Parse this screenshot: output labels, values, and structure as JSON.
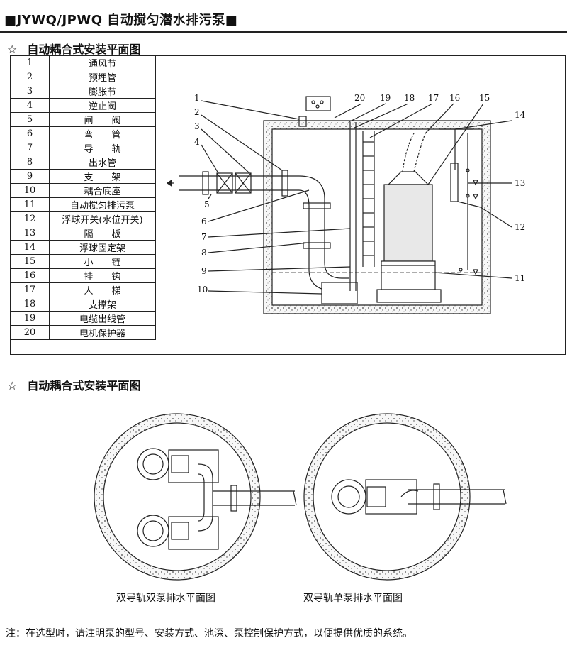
{
  "header": {
    "title": "■JYWQ/JPWQ 自动搅匀潜水排污泵■"
  },
  "section1": {
    "star": "☆",
    "title": "自动耦合式安装平面图"
  },
  "section2": {
    "star": "☆",
    "title": "自动耦合式安装平面图"
  },
  "legend": [
    {
      "num": "1",
      "name": "通风节"
    },
    {
      "num": "2",
      "name": "预埋管"
    },
    {
      "num": "3",
      "name": "膨胀节"
    },
    {
      "num": "4",
      "name": "逆止阀"
    },
    {
      "num": "5",
      "name": "闸　　阀"
    },
    {
      "num": "6",
      "name": "弯　　管"
    },
    {
      "num": "7",
      "name": "导　　轨"
    },
    {
      "num": "8",
      "name": "出水管"
    },
    {
      "num": "9",
      "name": "支　　架"
    },
    {
      "num": "10",
      "name": "耦合底座"
    },
    {
      "num": "11",
      "name": "自动搅匀排污泵"
    },
    {
      "num": "12",
      "name": "浮球开关(水位开关)"
    },
    {
      "num": "13",
      "name": "隔　　板"
    },
    {
      "num": "14",
      "name": "浮球固定架"
    },
    {
      "num": "15",
      "name": "小　　链"
    },
    {
      "num": "16",
      "name": "挂　　钩"
    },
    {
      "num": "17",
      "name": "人　　梯"
    },
    {
      "num": "18",
      "name": "支撑架"
    },
    {
      "num": "19",
      "name": "电缆出线管"
    },
    {
      "num": "20",
      "name": "电机保护器"
    }
  ],
  "diagram": {
    "callouts": [
      "1",
      "2",
      "3",
      "4",
      "5",
      "6",
      "7",
      "8",
      "9",
      "10",
      "11",
      "12",
      "13",
      "14",
      "15",
      "16",
      "17",
      "18",
      "19",
      "20"
    ]
  },
  "captions": {
    "left": "双导轨双泵排水平面图",
    "right": "双导轨单泵排水平面图"
  },
  "note": "注：在选型时，请注明泵的型号、安装方式、池深、泵控制保护方式，以便提供优质的系统。"
}
